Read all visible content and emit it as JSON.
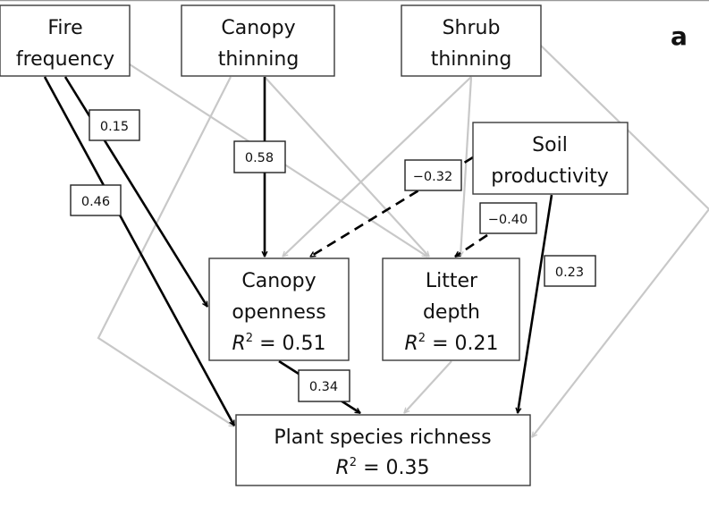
{
  "panel_label": "a",
  "nodes": {
    "fire_frequency": {
      "lines": [
        "Fire",
        "frequency"
      ]
    },
    "canopy_thinning": {
      "lines": [
        "Canopy",
        "thinning"
      ]
    },
    "shrub_thinning": {
      "lines": [
        "Shrub",
        "thinning"
      ]
    },
    "soil_productivity": {
      "lines": [
        "Soil",
        "productivity"
      ]
    },
    "canopy_openness": {
      "lines": [
        "Canopy",
        "openness"
      ],
      "r2_label": "R",
      "r2_sup": "2",
      "r2_value": " = 0.51"
    },
    "litter_depth": {
      "lines": [
        "Litter",
        "depth"
      ],
      "r2_label": "R",
      "r2_sup": "2",
      "r2_value": " = 0.21"
    },
    "plant_species_richness": {
      "lines": [
        "Plant species richness"
      ],
      "r2_label": "R",
      "r2_sup": "2",
      "r2_value": " = 0.35"
    }
  },
  "edges": [
    {
      "from": "fire_frequency",
      "to": "canopy_openness",
      "style": "solid-black",
      "coefficient": "0.15"
    },
    {
      "from": "fire_frequency",
      "to": "plant_species_richness",
      "style": "solid-black",
      "coefficient": "0.46"
    },
    {
      "from": "fire_frequency",
      "to": "litter_depth",
      "style": "gray-nonsignificant",
      "coefficient": null
    },
    {
      "from": "canopy_thinning",
      "to": "canopy_openness",
      "style": "solid-black",
      "coefficient": "0.58"
    },
    {
      "from": "canopy_thinning",
      "to": "litter_depth",
      "style": "gray-nonsignificant",
      "coefficient": null
    },
    {
      "from": "canopy_thinning",
      "to": "plant_species_richness",
      "style": "gray-nonsignificant",
      "coefficient": null
    },
    {
      "from": "shrub_thinning",
      "to": "canopy_openness",
      "style": "gray-nonsignificant",
      "coefficient": null
    },
    {
      "from": "shrub_thinning",
      "to": "litter_depth",
      "style": "gray-nonsignificant",
      "coefficient": null
    },
    {
      "from": "shrub_thinning",
      "to": "plant_species_richness",
      "style": "gray-nonsignificant",
      "coefficient": null
    },
    {
      "from": "soil_productivity",
      "to": "canopy_openness",
      "style": "dashed-black",
      "coefficient": "−0.32"
    },
    {
      "from": "soil_productivity",
      "to": "litter_depth",
      "style": "dashed-black",
      "coefficient": "−0.40"
    },
    {
      "from": "soil_productivity",
      "to": "plant_species_richness",
      "style": "solid-black",
      "coefficient": "0.23"
    },
    {
      "from": "canopy_openness",
      "to": "plant_species_richness",
      "style": "solid-black",
      "coefficient": "0.34"
    },
    {
      "from": "litter_depth",
      "to": "plant_species_richness",
      "style": "gray-nonsignificant",
      "coefficient": null
    }
  ],
  "colors": {
    "significant": "#000000",
    "nonsignificant": "#c8c8c8",
    "box_stroke": "#3a3a3a"
  }
}
